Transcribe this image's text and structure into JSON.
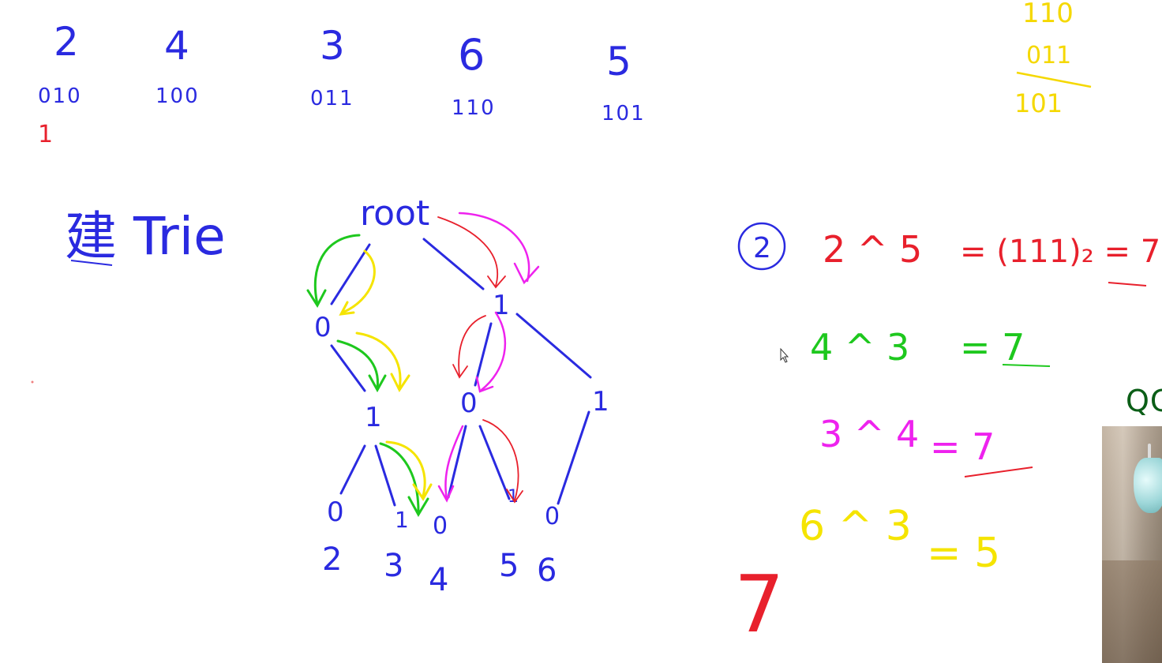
{
  "numbers": [
    {
      "value": "2",
      "binary": "010"
    },
    {
      "value": "4",
      "binary": "100"
    },
    {
      "value": "3",
      "binary": "011"
    },
    {
      "value": "6",
      "binary": "110"
    },
    {
      "value": "5",
      "binary": "101"
    }
  ],
  "small_mark": "1",
  "corner_sum": {
    "line1": "110",
    "line2": "011",
    "line3": "101"
  },
  "step1": {
    "label": "建 Trie"
  },
  "trie": {
    "root": "root",
    "level1": [
      "0",
      "1"
    ],
    "level2": [
      "1",
      "0",
      "1"
    ],
    "level3": [
      "0",
      "1",
      "0",
      "1",
      "0"
    ],
    "leaves": [
      "2",
      "3",
      "4",
      "5",
      "6"
    ]
  },
  "step2": {
    "num": "2",
    "eq1": {
      "lhs": "2 ^ 5",
      "rhs": "= (111)₂ = 7"
    },
    "eq2": {
      "lhs": "4 ^ 3",
      "rhs": "= 7"
    },
    "eq3": {
      "lhs": "3 ^ 4",
      "rhs": "= 7"
    },
    "eq4": {
      "lhs": "6 ^ 3",
      "rhs": "= 5"
    },
    "result": "7"
  },
  "brand": "QC",
  "colors": {
    "blue": "#2a2ae0",
    "red": "#e8202c",
    "green": "#1ec81e",
    "magenta": "#ee22ee",
    "yellow": "#f5e400"
  }
}
